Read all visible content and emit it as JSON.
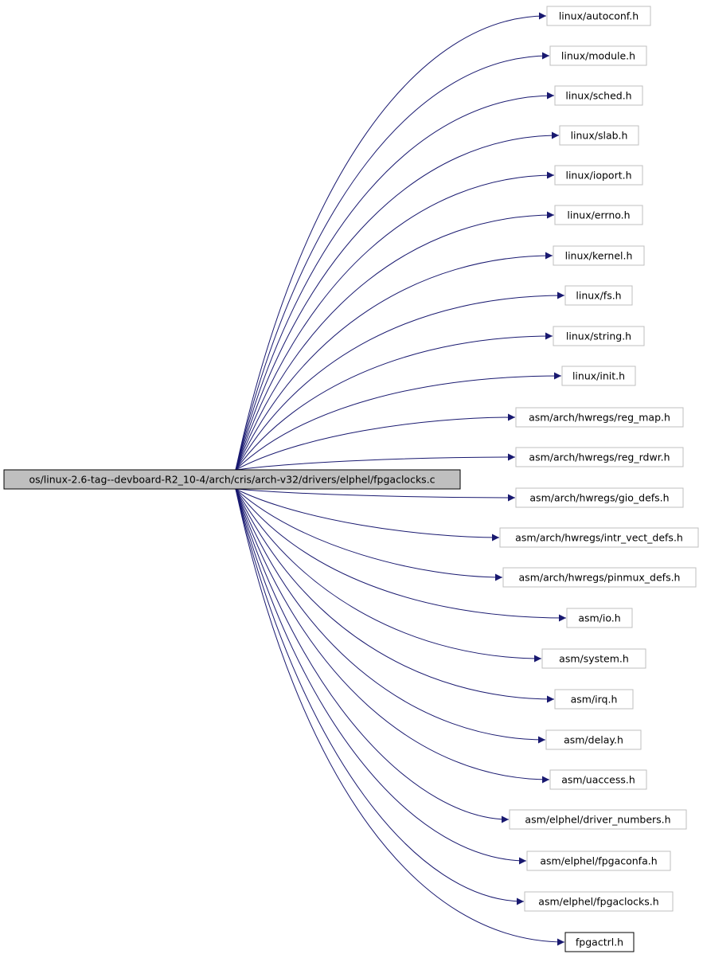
{
  "source": {
    "label": "os/linux-2.6-tag--devboard-R2_10-4/arch/cris/arch-v32/drivers/elphel/fpgaclocks.c"
  },
  "includes": [
    {
      "label": "linux/autoconf.h"
    },
    {
      "label": "linux/module.h"
    },
    {
      "label": "linux/sched.h"
    },
    {
      "label": "linux/slab.h"
    },
    {
      "label": "linux/ioport.h"
    },
    {
      "label": "linux/errno.h"
    },
    {
      "label": "linux/kernel.h"
    },
    {
      "label": "linux/fs.h"
    },
    {
      "label": "linux/string.h"
    },
    {
      "label": "linux/init.h"
    },
    {
      "label": "asm/arch/hwregs/reg_map.h"
    },
    {
      "label": "asm/arch/hwregs/reg_rdwr.h"
    },
    {
      "label": "asm/arch/hwregs/gio_defs.h"
    },
    {
      "label": "asm/arch/hwregs/intr_vect_defs.h"
    },
    {
      "label": "asm/arch/hwregs/pinmux_defs.h"
    },
    {
      "label": "asm/io.h"
    },
    {
      "label": "asm/system.h"
    },
    {
      "label": "asm/irq.h"
    },
    {
      "label": "asm/delay.h"
    },
    {
      "label": "asm/uaccess.h"
    },
    {
      "label": "asm/elphel/driver_numbers.h"
    },
    {
      "label": "asm/elphel/fpgaconfa.h"
    },
    {
      "label": "asm/elphel/fpgaclocks.h"
    },
    {
      "label": "fpgactrl.h",
      "documented": true
    }
  ],
  "colors": {
    "edge": "#191970",
    "source_fill": "#bfbfbf",
    "source_border": "#000000",
    "undocumented_border": "#bfbfbf",
    "documented_border": "#000000"
  }
}
